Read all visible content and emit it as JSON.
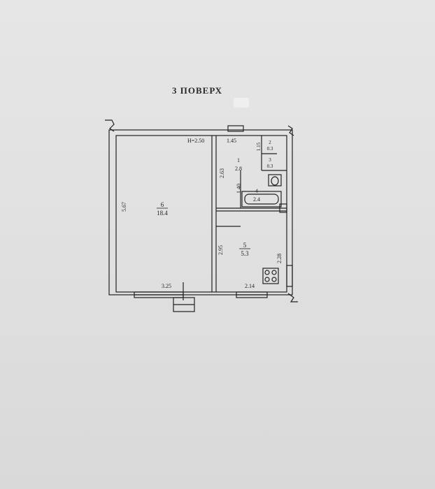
{
  "document": {
    "title": "3 ПОВЕРХ"
  },
  "plan": {
    "ceiling_height": "Н=2.50",
    "rooms": [
      {
        "number": "1",
        "area": "2.8"
      },
      {
        "number": "2",
        "area": "0.3"
      },
      {
        "number": "3",
        "area": "0.3"
      },
      {
        "number": "4",
        "area": "2.4"
      },
      {
        "number": "5",
        "area": "5.3"
      },
      {
        "number": "6",
        "area": "18.4"
      }
    ],
    "dimensions": {
      "living_room_height": "5.67",
      "living_room_width": "3.25",
      "hall_width": "1.45",
      "hall_height": "2.63",
      "wc_height": "1.15",
      "bath_height": "1.40",
      "kitchen_height": "2.95",
      "kitchen_right_height": "2.28",
      "kitchen_width": "2.14"
    },
    "colors": {
      "ink": "#222222",
      "paper": "#e3e3e3"
    }
  }
}
